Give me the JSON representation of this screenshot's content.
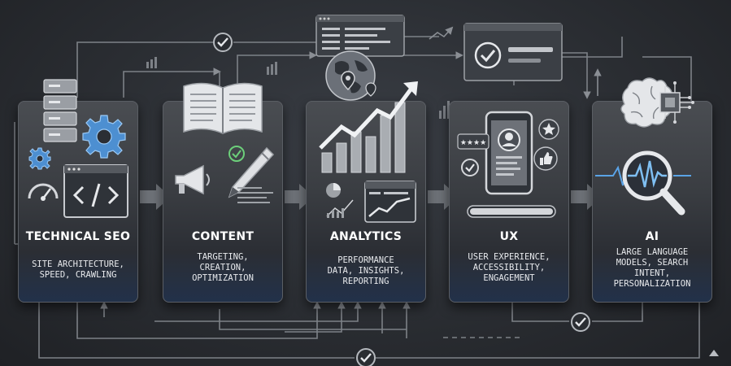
{
  "panels": [
    {
      "title": "TECHNICAL SEO",
      "desc_lines": [
        "SITE ARCHITECTURE,",
        "SPEED, CRAWLING"
      ]
    },
    {
      "title": "CONTENT",
      "desc_lines": [
        "TARGETING,",
        "CREATION,",
        "OPTIMIZATION"
      ]
    },
    {
      "title": "ANALYTICS",
      "desc_lines": [
        "PERFORMANCE",
        "DATA, INSIGHTS,",
        "REPORTING"
      ]
    },
    {
      "title": "UX",
      "desc_lines": [
        "USER EXPERIENCE,",
        "ACCESSIBILITY,",
        "ENGAGEMENT"
      ]
    },
    {
      "title": "AI",
      "desc_lines": [
        "LARGE LANGUAGE",
        "MODELS, SEARCH",
        "INTENT,",
        "PERSONALIZATION"
      ]
    }
  ],
  "icons": {
    "technical_seo": [
      "server-icon",
      "gear-icon",
      "speedometer-icon",
      "code-window-icon"
    ],
    "content": [
      "open-book-icon",
      "megaphone-icon",
      "pen-icon",
      "checkmark-icon"
    ],
    "analytics": [
      "globe-icon",
      "location-pin-icon",
      "trend-arrow-icon",
      "bar-chart-icon",
      "pie-chart-icon",
      "line-chart-window-icon"
    ],
    "ux": [
      "smartphone-icon",
      "user-profile-icon",
      "star-icon",
      "rating-stars-icon",
      "thumbs-up-icon",
      "progress-bar-icon"
    ],
    "ai": [
      "brain-chip-icon",
      "magnifying-glass-icon",
      "waveform-icon"
    ]
  },
  "colors": {
    "background": "#2a2d32",
    "panel_top": "#4a4d52",
    "panel_bottom": "#22314a",
    "accent_blue": "#5aa3e6",
    "connector": "#8a8e94",
    "text": "#ffffff"
  }
}
